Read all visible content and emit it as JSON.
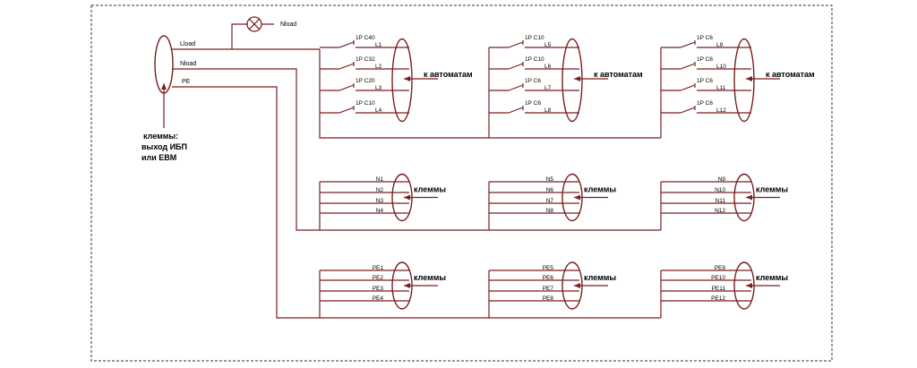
{
  "colors": {
    "wire": "#7a1f1f",
    "border": "#333333",
    "text": "#000000",
    "background": "#ffffff"
  },
  "source": {
    "lines": [
      "Lload",
      "Nload",
      "PE"
    ],
    "lamp_label": "Nload",
    "caption": [
      "клеммы:",
      "выход ИБП",
      "или ЕВМ"
    ]
  },
  "phase_groups": [
    {
      "target_label": "к автоматам",
      "breakers": [
        {
          "rating": "1P C40",
          "line": "L1"
        },
        {
          "rating": "1P C32",
          "line": "L2"
        },
        {
          "rating": "1P C20",
          "line": "L3"
        },
        {
          "rating": "1P C10",
          "line": "L4"
        }
      ]
    },
    {
      "target_label": "к автоматам",
      "breakers": [
        {
          "rating": "1P C10",
          "line": "L5"
        },
        {
          "rating": "1P C10",
          "line": "L6"
        },
        {
          "rating": "1P C6",
          "line": "L7"
        },
        {
          "rating": "1P C6",
          "line": "L8"
        }
      ]
    },
    {
      "target_label": "к автоматам",
      "breakers": [
        {
          "rating": "1P C6",
          "line": "L9"
        },
        {
          "rating": "1P C6",
          "line": "L10"
        },
        {
          "rating": "1P C6",
          "line": "L11"
        },
        {
          "rating": "1P C6",
          "line": "L12"
        }
      ]
    }
  ],
  "neutral_groups": [
    {
      "target_label": "клеммы",
      "lines": [
        "N1",
        "N2",
        "N3",
        "N4"
      ]
    },
    {
      "target_label": "клеммы",
      "lines": [
        "N5",
        "N6",
        "N7",
        "N8"
      ]
    },
    {
      "target_label": "клеммы",
      "lines": [
        "N9",
        "N10",
        "N11",
        "N12"
      ]
    }
  ],
  "pe_groups": [
    {
      "target_label": "клеммы",
      "lines": [
        "PE1",
        "PE2",
        "PE3",
        "PE4"
      ]
    },
    {
      "target_label": "клеммы",
      "lines": [
        "PE5",
        "PE6",
        "PE7",
        "PE8"
      ]
    },
    {
      "target_label": "клеммы",
      "lines": [
        "PE9",
        "PE10",
        "PE11",
        "PE12"
      ]
    }
  ]
}
